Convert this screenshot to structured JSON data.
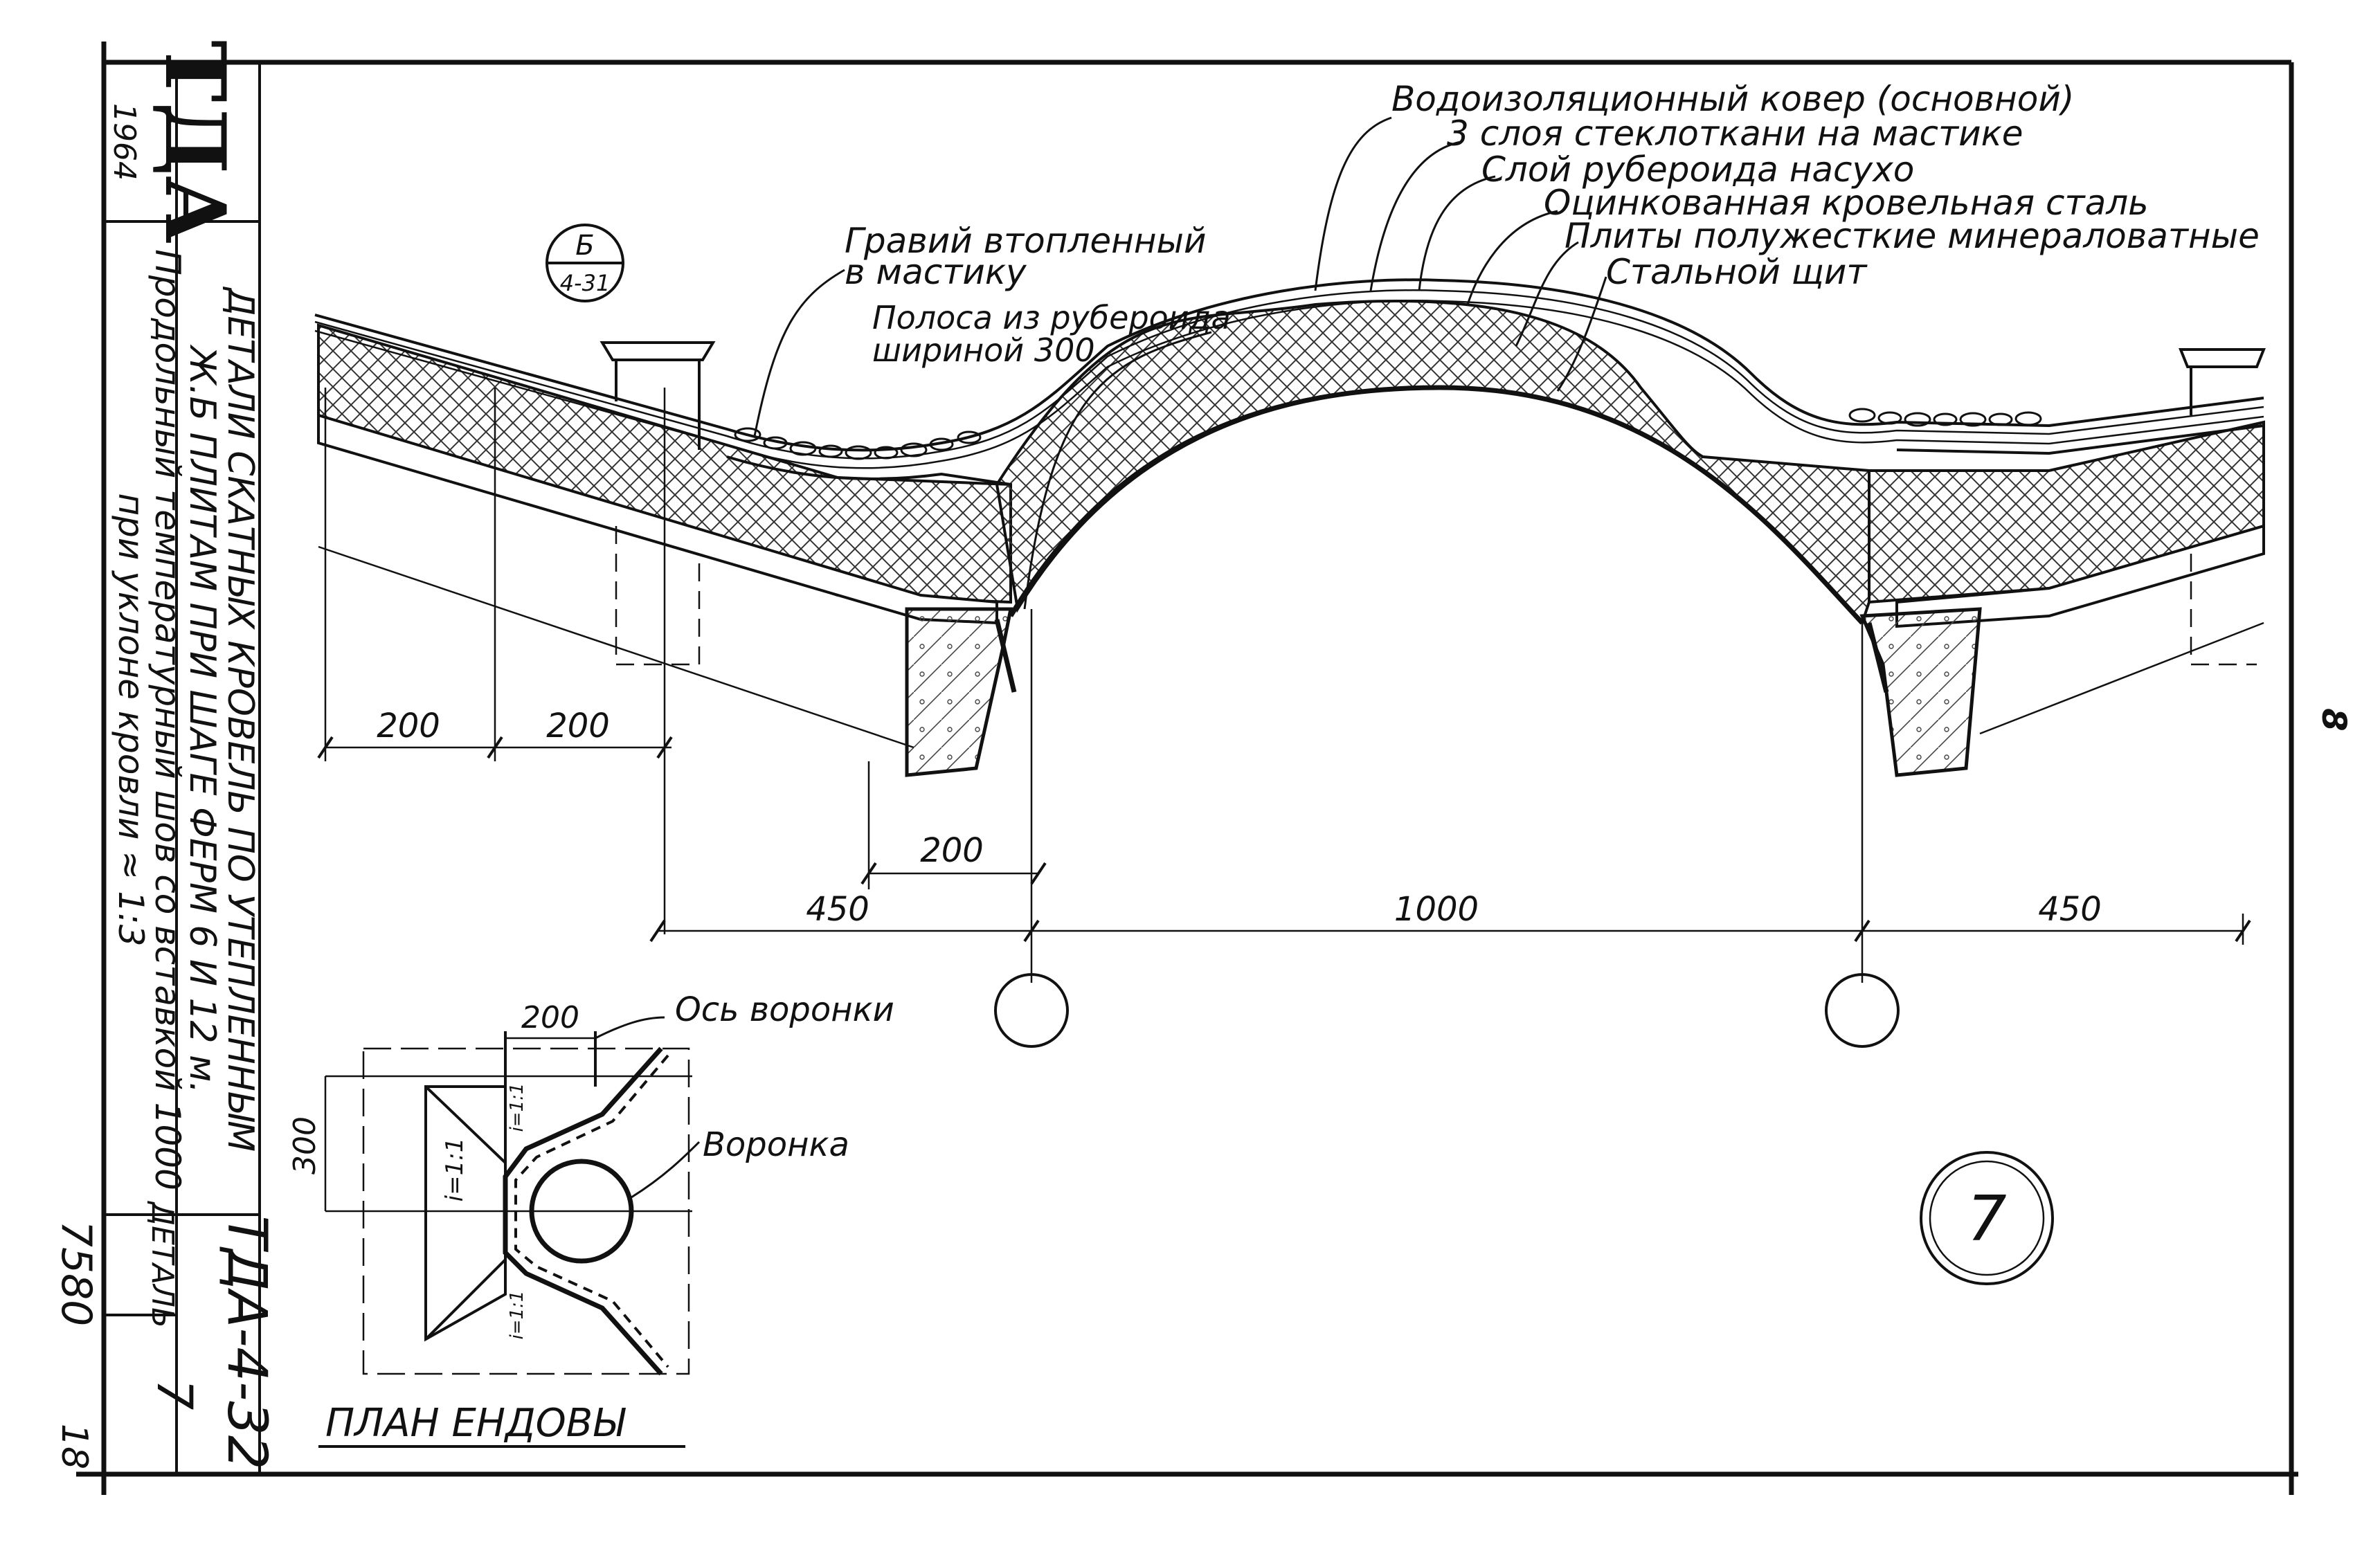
{
  "title_block": {
    "logo": "ТДА",
    "year": "1964",
    "title_line1": "ДЕТАЛИ СКАТНЫХ КРОВЕЛЬ ПО УТЕПЛЕННЫМ",
    "title_line2": "Ж.Б ПЛИТАМ ПРИ ШАГЕ ФЕРМ 6 И 12 м.",
    "subtitle_line1": "Продольный температурный шов со вставкой 1000",
    "subtitle_line2": "при уклоне кровли ≈ 1:3",
    "sheet_code": "ТДА-4-32",
    "detail_label": "ДЕТАЛЬ",
    "detail_number": "7",
    "archive_number": "7580",
    "page_number": "18"
  },
  "section_ref": {
    "top": "Б",
    "bottom": "4-31"
  },
  "callouts": {
    "gravel": [
      "Гравий втопленный",
      "в мастику"
    ],
    "strip": [
      "Полоса из рубероида",
      "шириной 300"
    ],
    "layer1": "Водоизоляционный ковер (основной)",
    "layer2": "3 слоя стеклоткани на мастике",
    "layer3": "Слой рубероида насухо",
    "layer4": "Оцинкованная кровельная сталь",
    "layer5": "Плиты полужесткие минераловатные",
    "layer6": "Стальной щит"
  },
  "dimensions": {
    "d200_a": "200",
    "d200_b": "200",
    "d200_c": "200",
    "d450_left": "450",
    "d1000": "1000",
    "d450_right": "450"
  },
  "plan": {
    "title": "ПЛАН ЕНДОВЫ",
    "dim_top": "200",
    "dim_side": "300",
    "axis_label": "Ось воронки",
    "funnel_label": "Воронка",
    "slope1": "i=1:1",
    "slope2": "i=1:1",
    "slope3": "i=1:1"
  },
  "detail_circle": "7",
  "margin_mark": "8"
}
